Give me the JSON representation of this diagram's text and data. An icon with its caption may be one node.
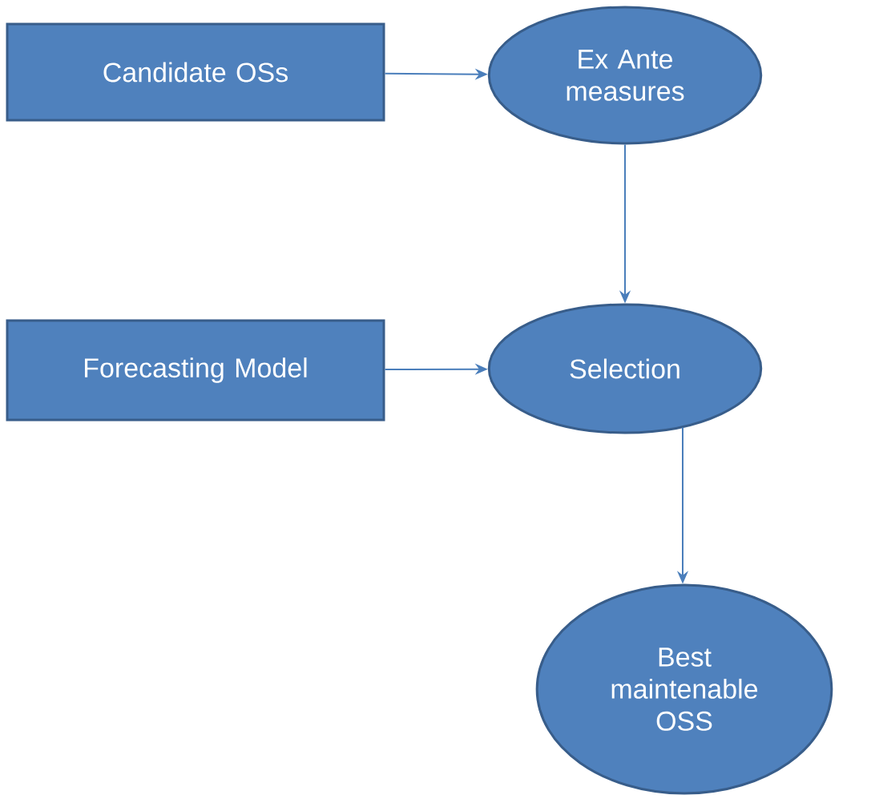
{
  "diagram": {
    "nodes": [
      {
        "text": [
          "Candidate OSs"
        ]
      },
      {
        "text": [
          "Ex Ante measures"
        ]
      },
      {
        "text": [
          "Forecasting Model"
        ]
      },
      {
        "text": [
          "Selection"
        ]
      },
      {
        "text": [
          "Best maintenable OSS"
        ]
      }
    ],
    "edges": [
      {
        "from": 0,
        "to": 1,
        "arrow": "to"
      },
      {
        "from": 1,
        "to": 3,
        "arrow": "to"
      },
      {
        "from": 2,
        "to": 3,
        "arrow": "to"
      },
      {
        "from": 3,
        "to": 4,
        "arrow": "to"
      }
    ]
  }
}
